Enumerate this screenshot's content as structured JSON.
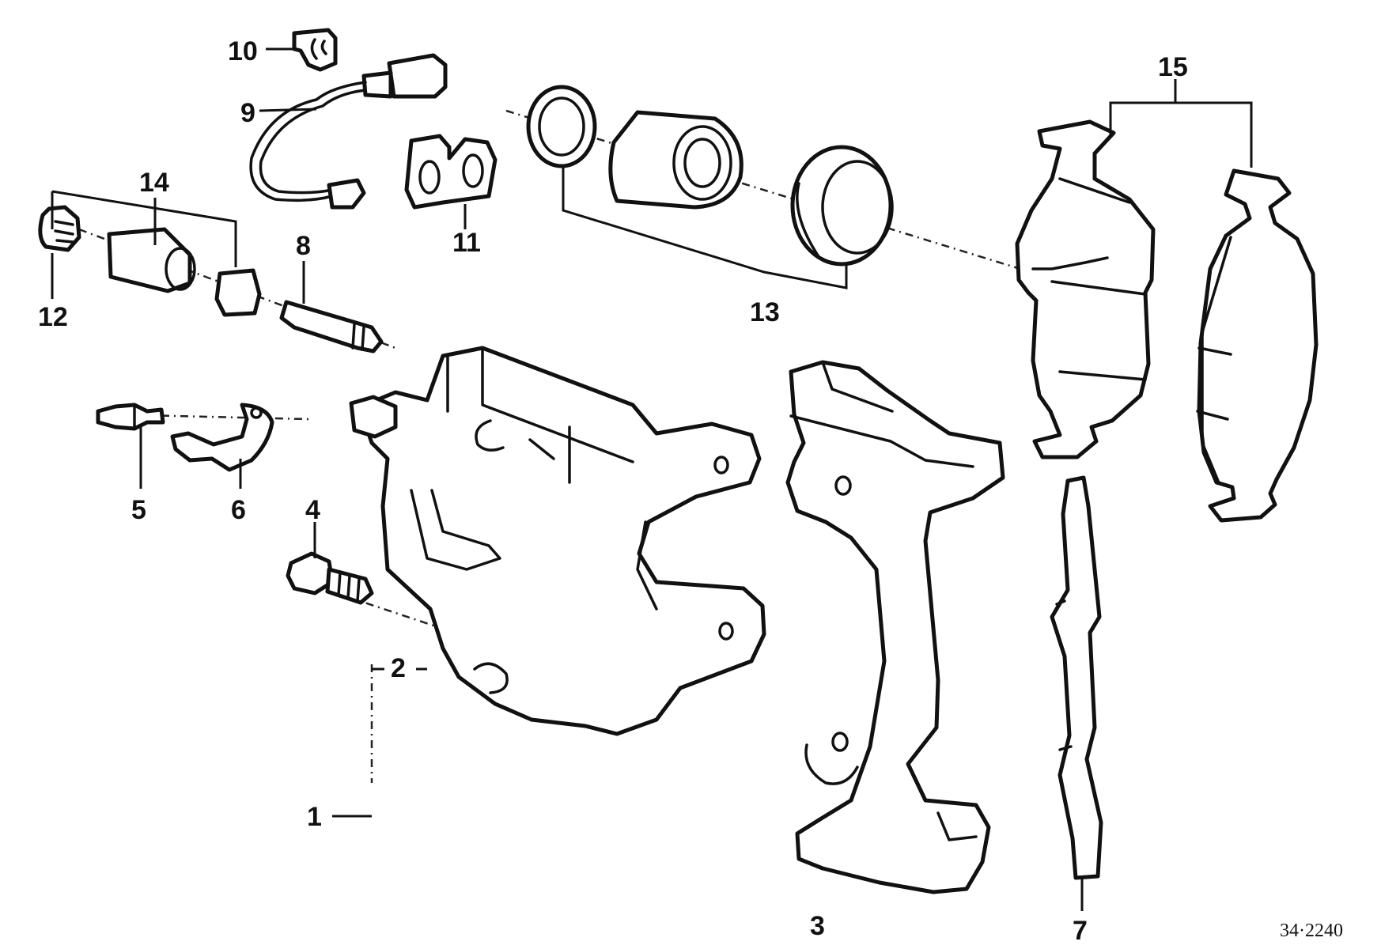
{
  "diagram": {
    "callouts": {
      "c1": "1",
      "c2": "2",
      "c3": "3",
      "c4": "4",
      "c5": "5",
      "c6": "6",
      "c7": "7",
      "c8": "8",
      "c9": "9",
      "c10": "10",
      "c11": "11",
      "c12": "12",
      "c13": "13",
      "c14": "14",
      "c15": "15"
    },
    "drawing_code": "34·2240"
  }
}
